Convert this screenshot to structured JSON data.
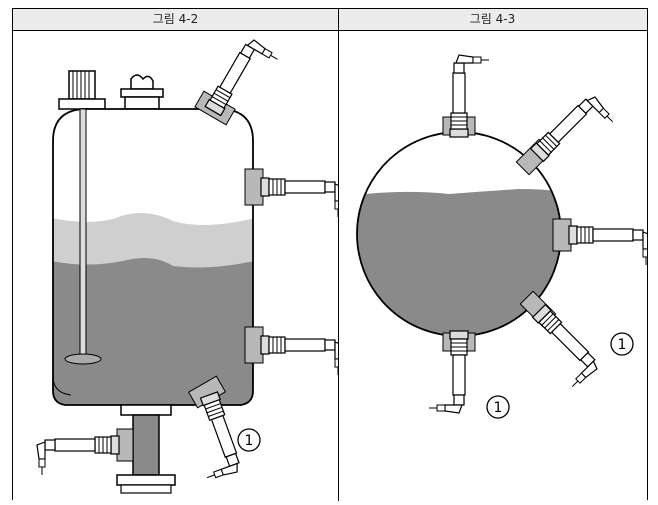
{
  "figures": [
    {
      "title": "그림 4-2",
      "callout": "1"
    },
    {
      "title": "그림 4-3",
      "callout_lower": "1",
      "callout_right": "1"
    }
  ],
  "colors": {
    "liquid_dark": "#8a8a8a",
    "liquid_light": "#cfcfcf",
    "flange": "#b8b8b8",
    "outline": "#000000"
  }
}
